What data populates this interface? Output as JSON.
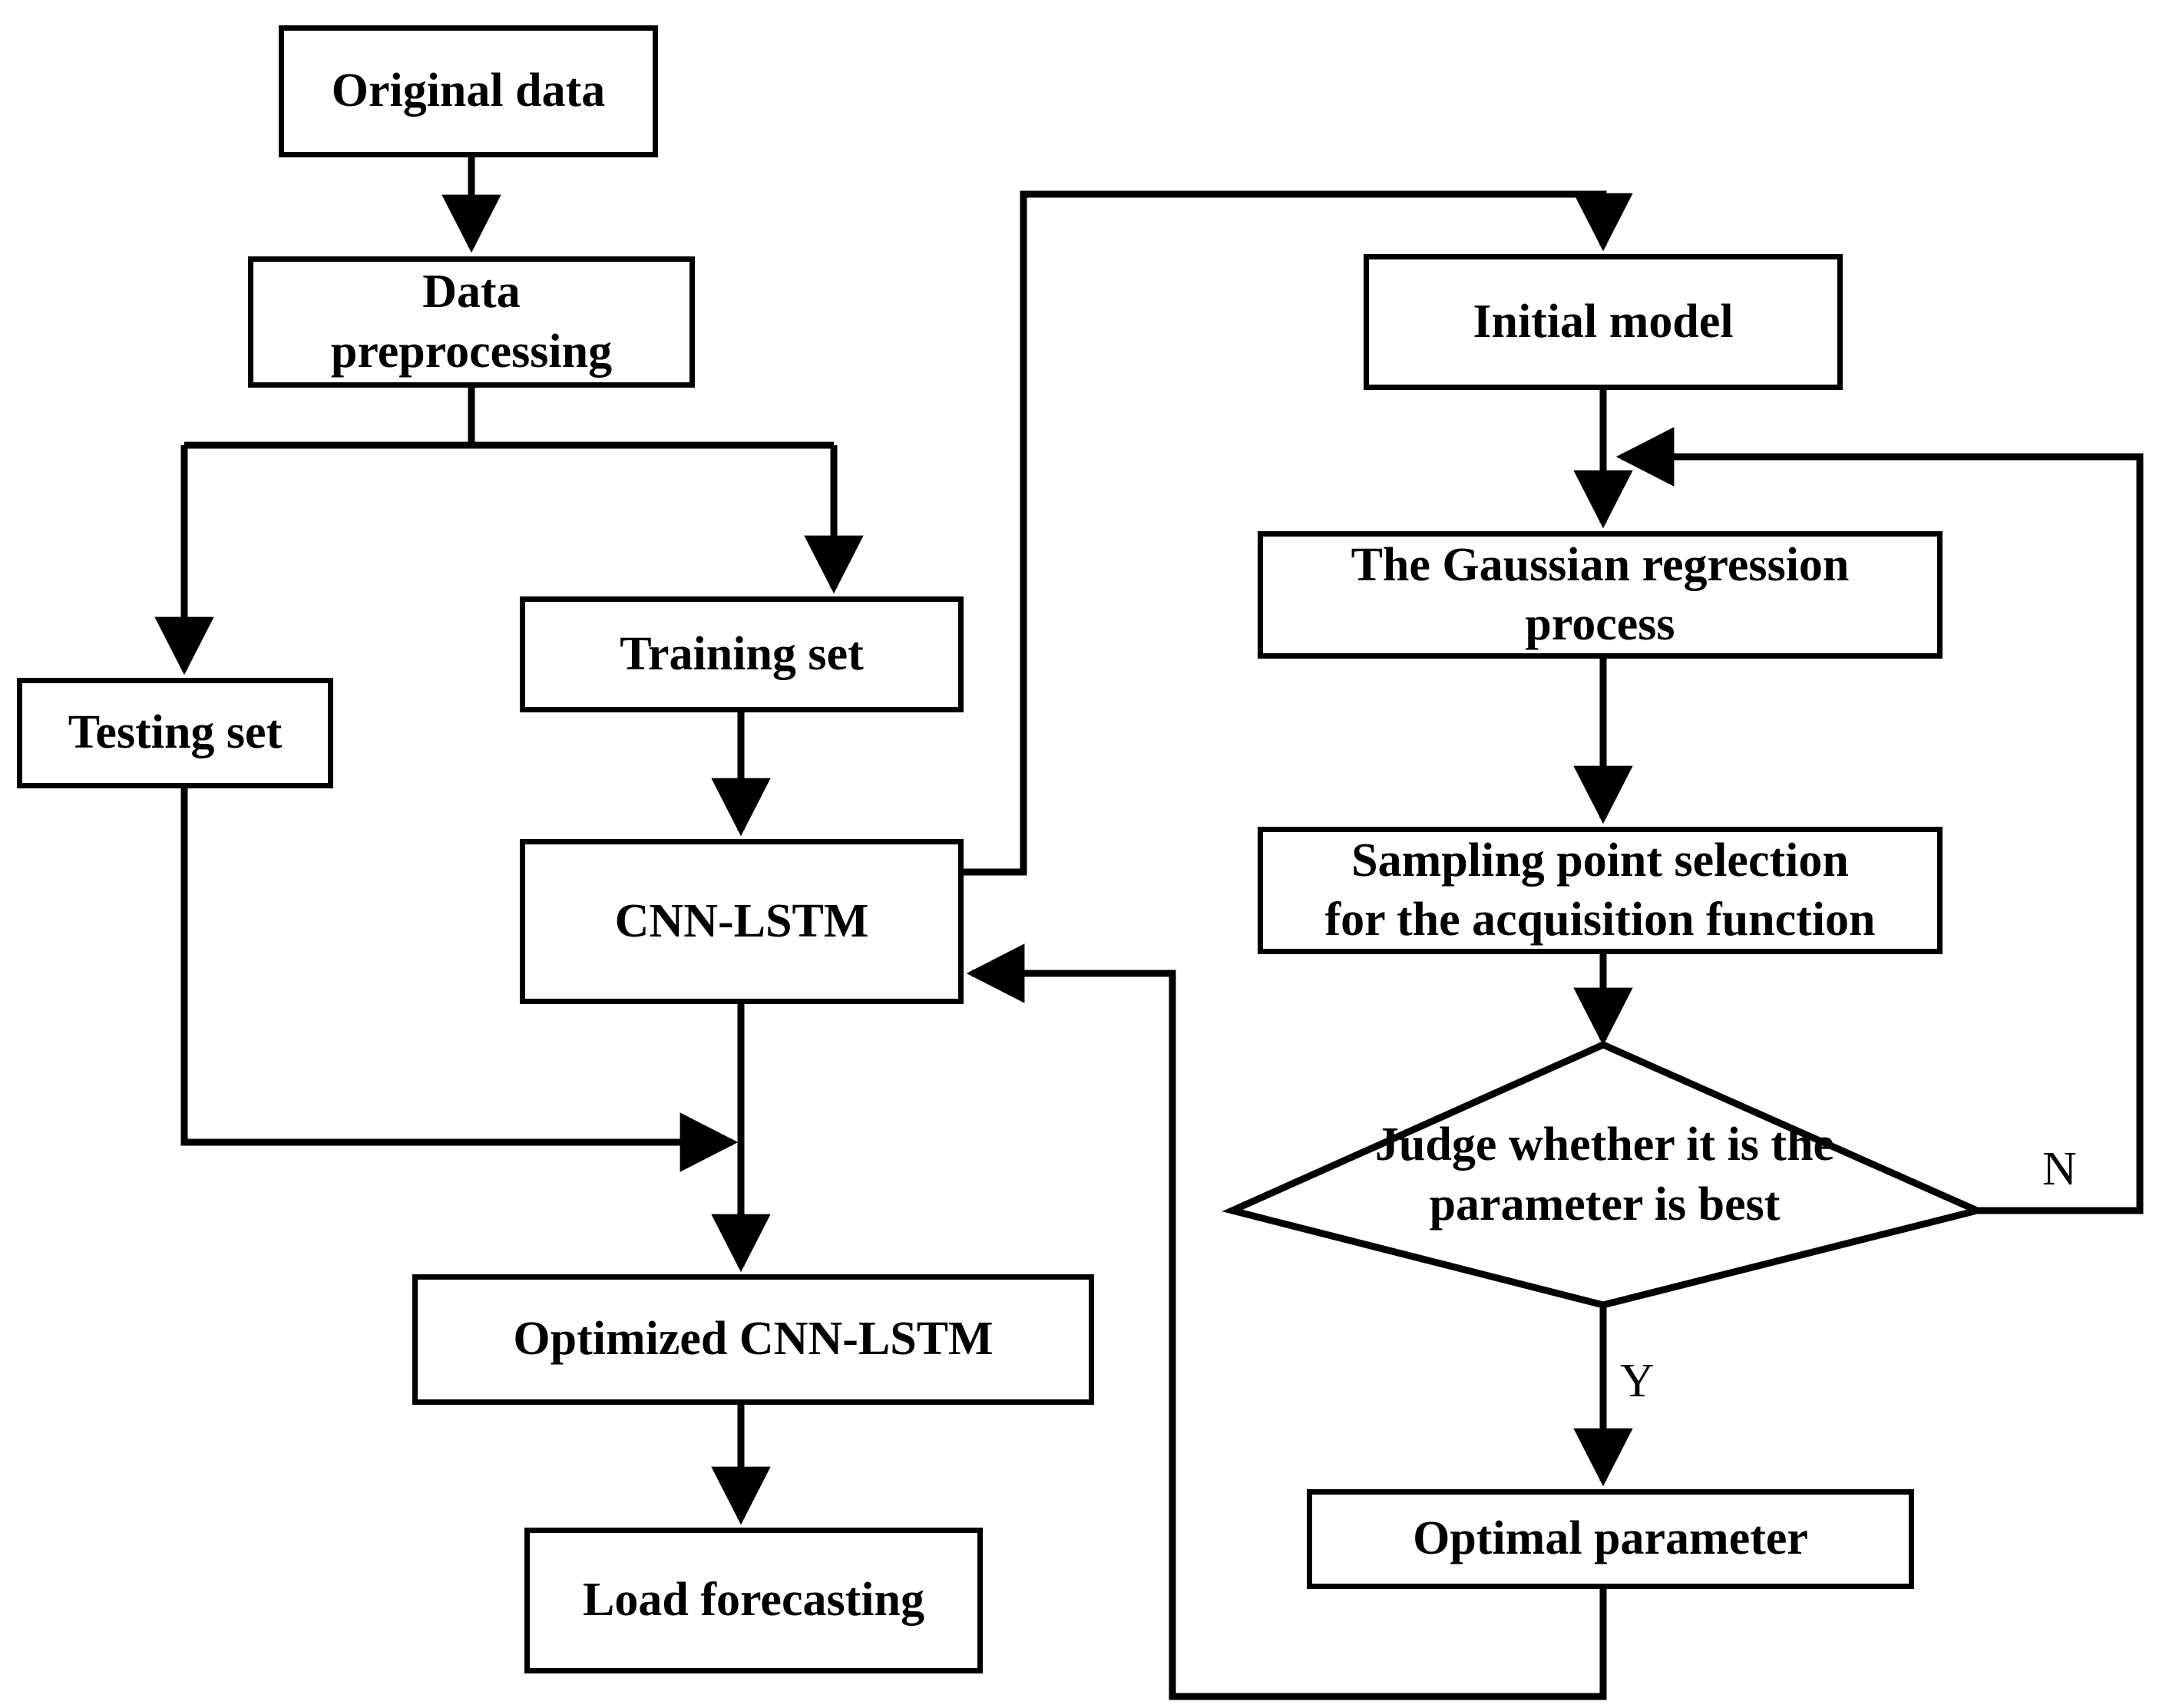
{
  "diagram": {
    "title": "CNN-LSTM load forecasting with Bayesian optimization flowchart",
    "stroke_color": "#000000",
    "fill_color": "#ffffff",
    "nodes": [
      {
        "id": "original_data",
        "label": "Original data",
        "shape": "rect"
      },
      {
        "id": "data_preprocessing",
        "label": "Data\npreprocessing",
        "shape": "rect"
      },
      {
        "id": "testing_set",
        "label": "Testing set",
        "shape": "rect"
      },
      {
        "id": "training_set",
        "label": "Training set",
        "shape": "rect"
      },
      {
        "id": "cnn_lstm",
        "label": "CNN-LSTM",
        "shape": "rect"
      },
      {
        "id": "optimized_cnn_lstm",
        "label": "Optimized CNN-LSTM",
        "shape": "rect"
      },
      {
        "id": "load_forecasting",
        "label": "Load forecasting",
        "shape": "rect"
      },
      {
        "id": "initial_model",
        "label": "Initial model",
        "shape": "rect"
      },
      {
        "id": "gaussian_process",
        "label": "The Gaussian regression\nprocess",
        "shape": "rect"
      },
      {
        "id": "sampling_point",
        "label": "Sampling point selection\nfor the acquisition function",
        "shape": "rect"
      },
      {
        "id": "judge",
        "label": "Judge whether it is the\nparameter is best",
        "shape": "diamond"
      },
      {
        "id": "optimal_parameter",
        "label": "Optimal parameter",
        "shape": "rect"
      }
    ],
    "edge_labels": [
      {
        "id": "judge_no",
        "label": "N"
      },
      {
        "id": "judge_yes",
        "label": "Y"
      }
    ],
    "edges": [
      {
        "from": "original_data",
        "to": "data_preprocessing",
        "label": ""
      },
      {
        "from": "data_preprocessing",
        "to": "testing_set",
        "label": ""
      },
      {
        "from": "data_preprocessing",
        "to": "training_set",
        "label": ""
      },
      {
        "from": "training_set",
        "to": "cnn_lstm",
        "label": ""
      },
      {
        "from": "cnn_lstm",
        "to": "optimized_cnn_lstm",
        "label": ""
      },
      {
        "from": "testing_set",
        "to": "optimized_cnn_lstm",
        "label": ""
      },
      {
        "from": "optimized_cnn_lstm",
        "to": "load_forecasting",
        "label": ""
      },
      {
        "from": "cnn_lstm",
        "to": "initial_model",
        "label": ""
      },
      {
        "from": "initial_model",
        "to": "gaussian_process",
        "label": ""
      },
      {
        "from": "gaussian_process",
        "to": "sampling_point",
        "label": ""
      },
      {
        "from": "sampling_point",
        "to": "judge",
        "label": ""
      },
      {
        "from": "judge",
        "to": "gaussian_process",
        "label": "N"
      },
      {
        "from": "judge",
        "to": "optimal_parameter",
        "label": "Y"
      },
      {
        "from": "optimal_parameter",
        "to": "cnn_lstm",
        "label": ""
      }
    ]
  }
}
